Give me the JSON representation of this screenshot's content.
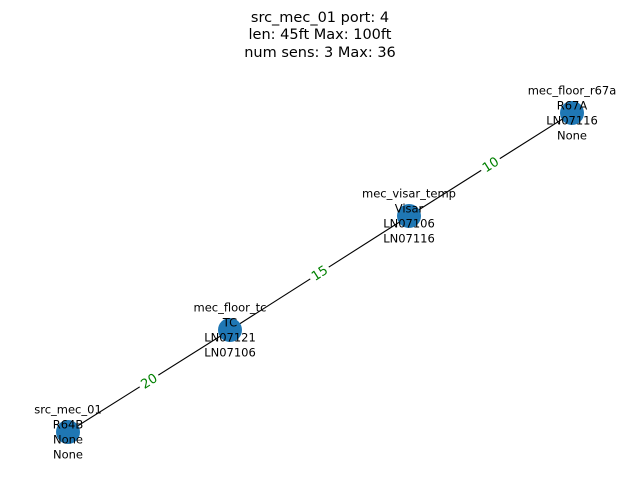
{
  "title_lines": [
    "src_mec_01 port: 4",
    "len: 45ft Max: 100ft",
    "num sens: 3 Max: 36"
  ],
  "colors": {
    "node_fill": "#1f77b4",
    "edge_stroke": "#000000",
    "edge_label": "#008000",
    "text": "#000000",
    "background": "#ffffff"
  },
  "nodes": [
    {
      "id": "src_mec_01",
      "lines": [
        "src_mec_01",
        "R64B",
        "None",
        "None"
      ]
    },
    {
      "id": "mec_floor_tc",
      "lines": [
        "mec_floor_tc",
        "TC",
        "LN07121",
        "LN07106"
      ]
    },
    {
      "id": "mec_visar_temp",
      "lines": [
        "mec_visar_temp",
        "Visar",
        "LN07106",
        "LN07116"
      ]
    },
    {
      "id": "mec_floor_r67a",
      "lines": [
        "mec_floor_r67a",
        "R67A",
        "LN07116",
        "None"
      ]
    }
  ],
  "edges": [
    {
      "from": "src_mec_01",
      "to": "mec_floor_tc",
      "label": "20"
    },
    {
      "from": "mec_floor_tc",
      "to": "mec_visar_temp",
      "label": "15"
    },
    {
      "from": "mec_visar_temp",
      "to": "mec_floor_r67a",
      "label": "10"
    }
  ]
}
